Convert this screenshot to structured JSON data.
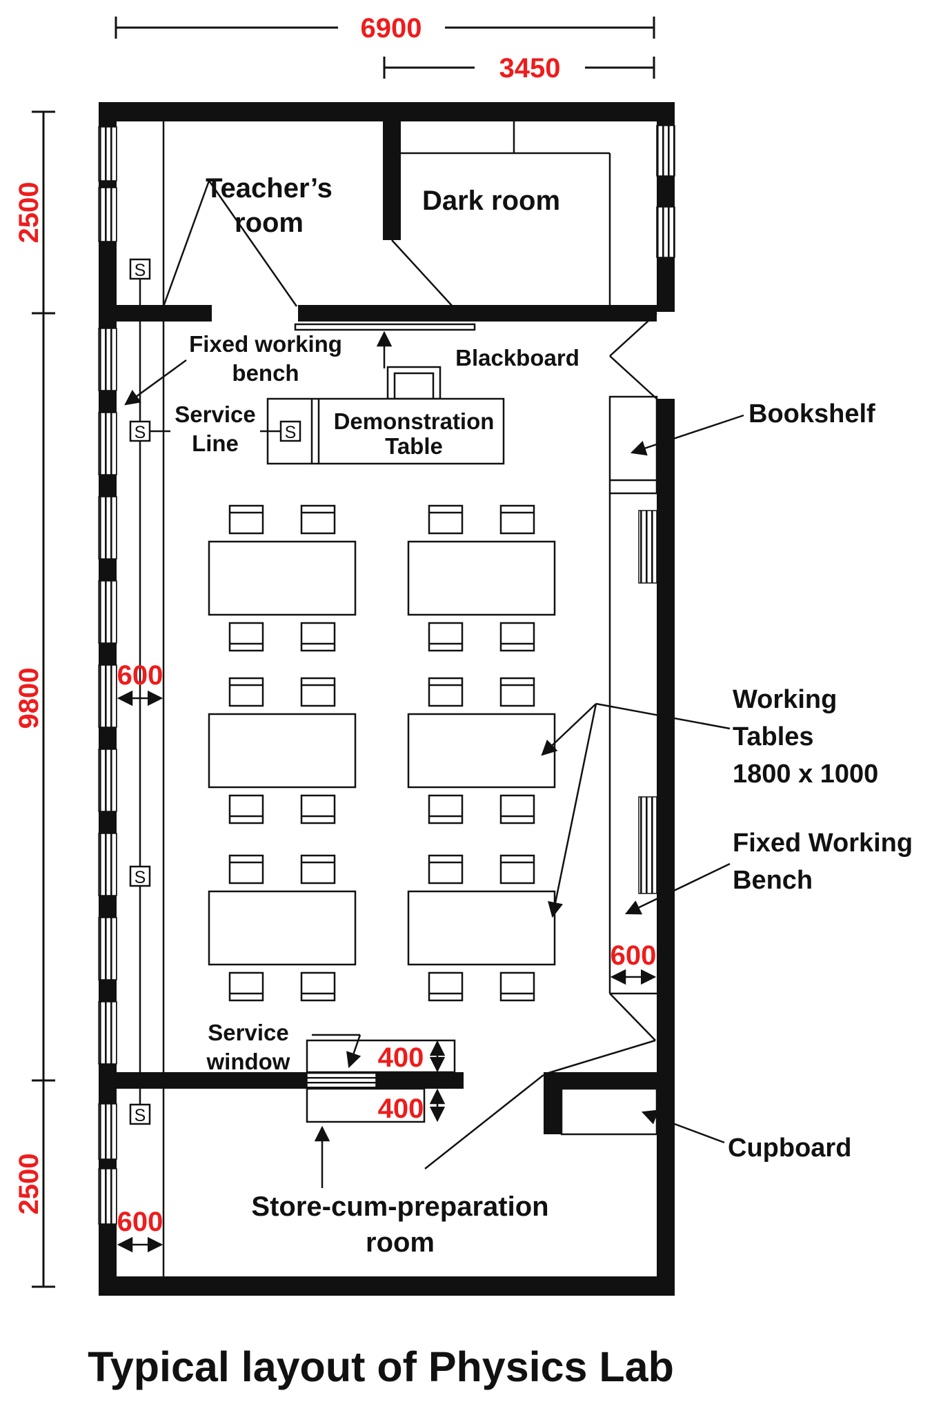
{
  "title": "Typical layout of Physics Lab",
  "colors": {
    "dimension_red": "#ee1c1c",
    "line_black": "#111111",
    "background": "#ffffff"
  },
  "rooms": {
    "teachers_room_line1": "Teacher’s",
    "teachers_room_line2": "room",
    "dark_room": "Dark room",
    "store_room_line1": "Store-cum-preparation",
    "store_room_line2": "room"
  },
  "labels": {
    "fixed_bench_left_line1": "Fixed working",
    "fixed_bench_left_line2": "bench",
    "service_line_line1": "Service",
    "service_line_line2": "Line",
    "blackboard": "Blackboard",
    "demo_table_line1": "Demonstration",
    "demo_table_line2": "Table",
    "bookshelf": "Bookshelf",
    "working_tables_line1": "Working",
    "working_tables_line2": "Tables",
    "working_tables_line3": "1800 x 1000",
    "fixed_bench_right_line1": "Fixed Working",
    "fixed_bench_right_line2": "Bench",
    "service_window_line1": "Service",
    "service_window_line2": "window",
    "cupboard": "Cupboard",
    "service_symbol": "S"
  },
  "dimensions": {
    "overall_width": "6900",
    "half_width": "3450",
    "top_room_depth": "2500",
    "lab_length": "9800",
    "store_room_depth": "2500",
    "left_bench_width": "600",
    "right_bench_width": "600",
    "store_bench_width": "600",
    "counter_above_depth": "400",
    "counter_below_depth": "400"
  }
}
